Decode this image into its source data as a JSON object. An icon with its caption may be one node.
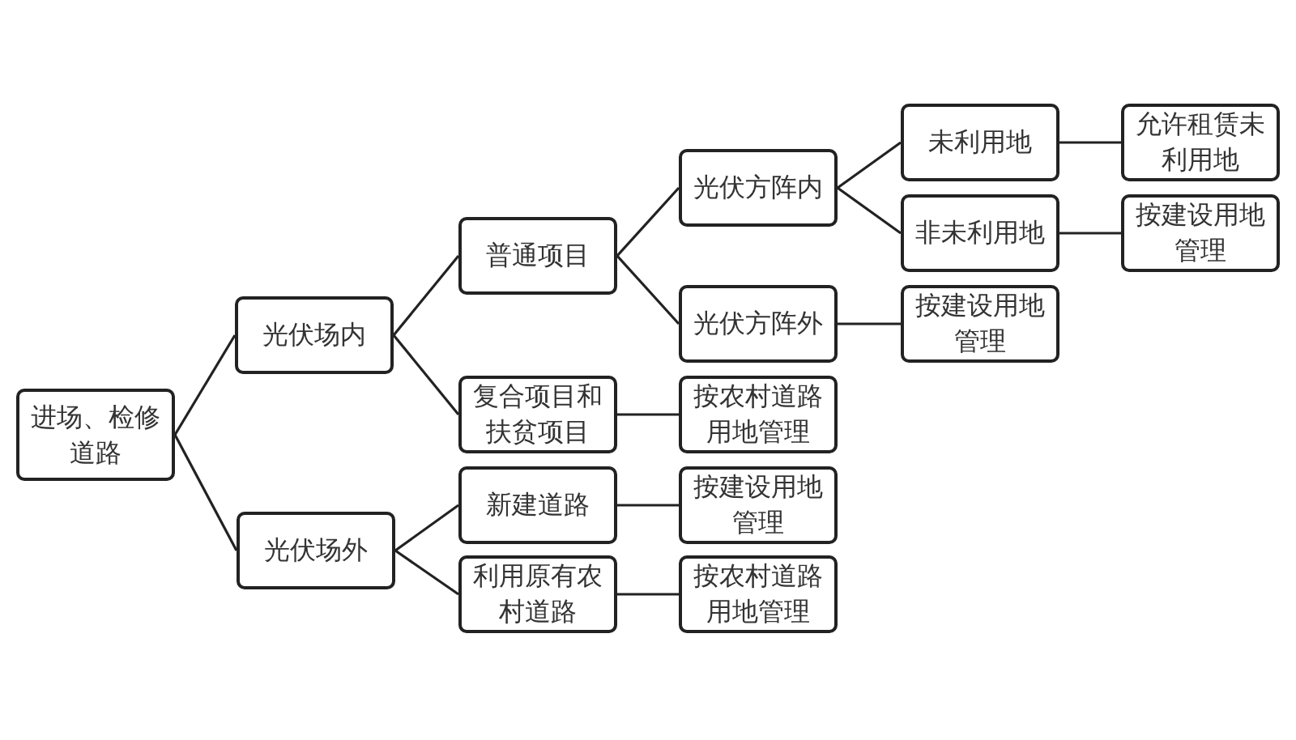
{
  "diagram": {
    "nodes": [
      {
        "text": [
          "进场、检修道路"
        ]
      },
      {
        "text": [
          "光伏场内"
        ]
      },
      {
        "text": [
          "光伏场外"
        ]
      },
      {
        "text": [
          "普通项目"
        ]
      },
      {
        "text": [
          "复合项目和扶贫项目"
        ]
      },
      {
        "text": [
          "新建道路"
        ]
      },
      {
        "text": [
          "利用原有农村道路"
        ]
      },
      {
        "text": [
          "光伏方阵内"
        ]
      },
      {
        "text": [
          "光伏方阵外"
        ]
      },
      {
        "text": [
          "按农村道路用地管理"
        ]
      },
      {
        "text": [
          "按建设用地管理"
        ]
      },
      {
        "text": [
          "按农村道路用地管理"
        ]
      },
      {
        "text": [
          "未利用地"
        ]
      },
      {
        "text": [
          "非未利用地"
        ]
      },
      {
        "text": [
          "按建设用地管理"
        ]
      },
      {
        "text": [
          "允许租赁未利用地"
        ]
      },
      {
        "text": [
          "按建设用地管理"
        ]
      }
    ],
    "edges": [
      {
        "from": 0,
        "to": 1,
        "arrow": "none"
      },
      {
        "from": 0,
        "to": 2,
        "arrow": "none"
      },
      {
        "from": 1,
        "to": 3,
        "arrow": "none"
      },
      {
        "from": 1,
        "to": 4,
        "arrow": "none"
      },
      {
        "from": 2,
        "to": 5,
        "arrow": "none"
      },
      {
        "from": 2,
        "to": 6,
        "arrow": "none"
      },
      {
        "from": 3,
        "to": 7,
        "arrow": "none"
      },
      {
        "from": 3,
        "to": 8,
        "arrow": "none"
      },
      {
        "from": 4,
        "to": 9,
        "arrow": "none"
      },
      {
        "from": 5,
        "to": 10,
        "arrow": "none"
      },
      {
        "from": 6,
        "to": 11,
        "arrow": "none"
      },
      {
        "from": 7,
        "to": 12,
        "arrow": "none"
      },
      {
        "from": 7,
        "to": 13,
        "arrow": "none"
      },
      {
        "from": 8,
        "to": 14,
        "arrow": "none"
      },
      {
        "from": 12,
        "to": 15,
        "arrow": "none"
      },
      {
        "from": 13,
        "to": 16,
        "arrow": "none"
      }
    ]
  }
}
